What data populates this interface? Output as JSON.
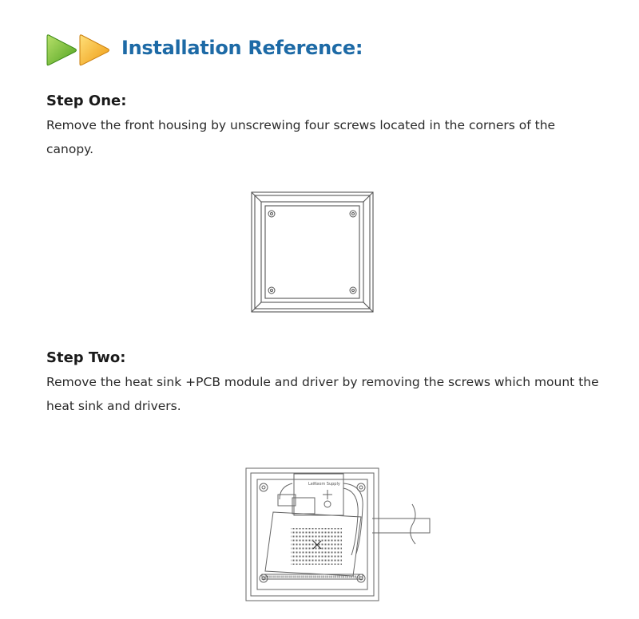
{
  "header": {
    "icon": "double-play-arrows-icon",
    "title": "Installation Reference:",
    "colors": {
      "title": "#1d6aa6",
      "arrow_green": "#6cbf2e",
      "arrow_orange": "#f2a81d"
    }
  },
  "steps": [
    {
      "heading": "Step One:",
      "text": "Remove the front housing by unscrewing four screws located in the corners of the canopy."
    },
    {
      "heading": "Step Two:",
      "text": "Remove the heat sink +PCB module and driver by removing the screws which mount the heat sink and drivers.",
      "figure_label": "LeiKeom Supply"
    }
  ]
}
